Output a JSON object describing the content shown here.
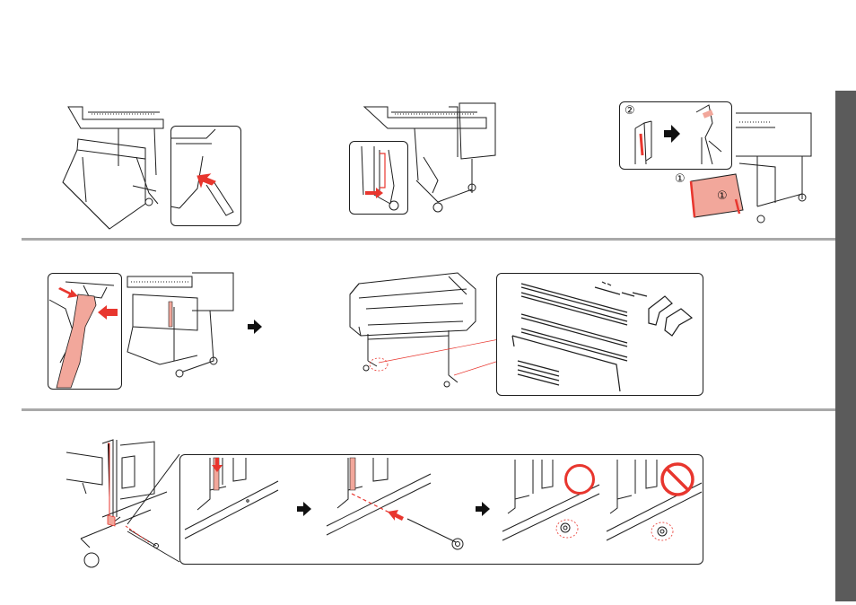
{
  "page": {
    "background": "#ffffff"
  },
  "colors": {
    "accent": "#e8362e",
    "highlight_fill": "#f2a79b",
    "line": "#1e1e1e",
    "divider": "#a9a9a9",
    "side_tab": "#5b5b5b"
  },
  "markers": {
    "step_one": "①",
    "step_one_right": "①",
    "step_two": "②"
  },
  "icons": {
    "next": "arrow-right-icon",
    "correct": "correct-circle-icon",
    "incorrect": "prohibited-icon",
    "push": "push-arrow-icon"
  }
}
